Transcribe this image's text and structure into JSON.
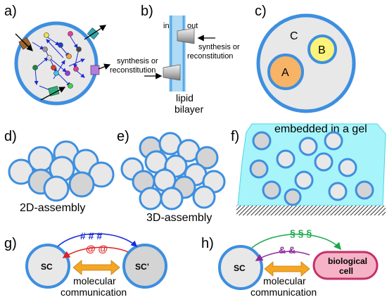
{
  "panels": {
    "a": {
      "label": "a)"
    },
    "b": {
      "label": "b)",
      "in_label": "in",
      "out_label": "out",
      "synthesis_right": [
        "synthesis or",
        "reconstitution"
      ],
      "synthesis_left": [
        "synthesis or",
        "reconstitution"
      ],
      "membrane_label": [
        "lipid",
        "bilayer"
      ]
    },
    "c": {
      "label": "c)",
      "outer": "C",
      "inner_large": "A",
      "inner_small": "B"
    },
    "d": {
      "label": "d)",
      "caption": "2D-assembly"
    },
    "e": {
      "label": "e)",
      "caption": "3D-assembly"
    },
    "f": {
      "label": "f)",
      "caption": "embedded in a gel"
    },
    "g": {
      "label": "g)",
      "left_cell": "SC",
      "right_cell": "SC’",
      "top_symbols": "# # #",
      "mid_symbols": "@ @",
      "caption": [
        "molecular",
        "communication"
      ]
    },
    "h": {
      "label": "h)",
      "left_cell": "SC",
      "bio_cell": [
        "biological",
        "cell"
      ],
      "top_symbols": "§ § §",
      "mid_symbols": "& &",
      "caption": [
        "molecular",
        "communication"
      ]
    }
  },
  "colors": {
    "membrane_blue": "#3d8fe0",
    "cell_fill": "#e8e8e8",
    "cell_dark": "#d4d4d4",
    "gel": "#a8f4fb",
    "orange_arrow": "#f5a623",
    "compartment_a": "#f7b366",
    "compartment_b": "#fdf27a",
    "bio_cell": "#f6b3c6",
    "bio_cell_border": "#c4306a",
    "hash_blue": "#1a2ad6",
    "at_red": "#e02020",
    "section_green": "#1aa84a",
    "amp_purple": "#8a2a9a"
  }
}
